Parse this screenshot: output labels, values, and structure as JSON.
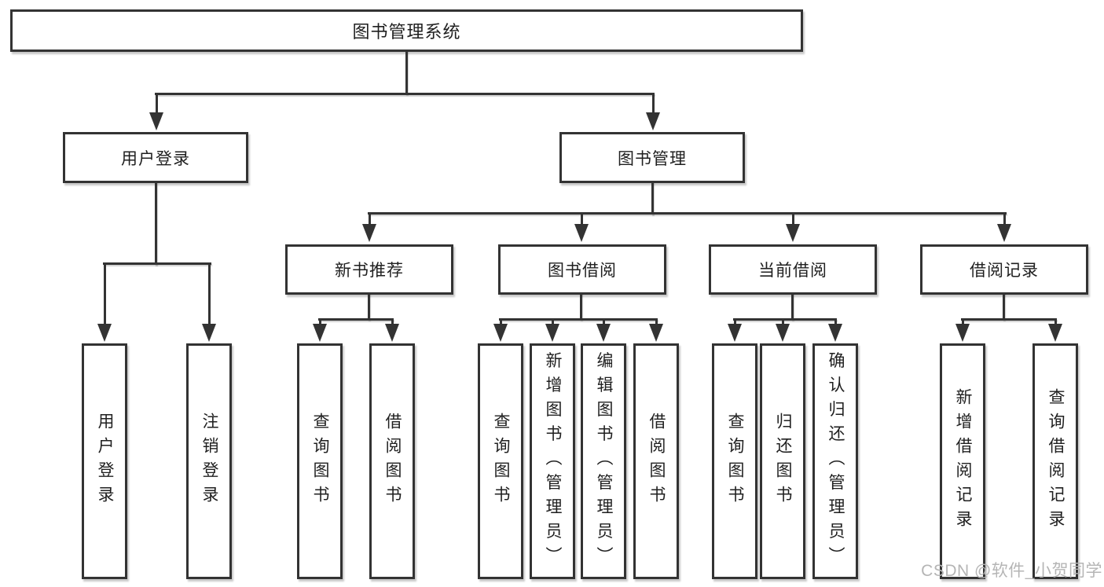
{
  "watermark": {
    "text": "CSDN @软件_小贺同学"
  },
  "colors": {
    "line": "#333333",
    "text": "#1f1f1f",
    "background": "#ffffff",
    "watermark": "#b5b5b5"
  },
  "tree": {
    "root": {
      "label": "图书管理系统",
      "children": [
        {
          "label": "用户登录",
          "children": [
            {
              "label": "用户登录"
            },
            {
              "label": "注销登录"
            }
          ]
        },
        {
          "label": "图书管理",
          "children": [
            {
              "label": "新书推荐",
              "children": [
                {
                  "label": "查询图书"
                },
                {
                  "label": "借阅图书"
                }
              ]
            },
            {
              "label": "图书借阅",
              "children": [
                {
                  "label": "查询图书"
                },
                {
                  "label": "新增图书（管理员）"
                },
                {
                  "label": "编辑图书（管理员）"
                },
                {
                  "label": "借阅图书"
                }
              ]
            },
            {
              "label": "当前借阅",
              "children": [
                {
                  "label": "查询图书"
                },
                {
                  "label": "归还图书"
                },
                {
                  "label": "确认归还（管理员）"
                }
              ]
            },
            {
              "label": "借阅记录",
              "children": [
                {
                  "label": "新增借阅记录"
                },
                {
                  "label": "查询借阅记录"
                }
              ]
            }
          ]
        }
      ]
    }
  }
}
